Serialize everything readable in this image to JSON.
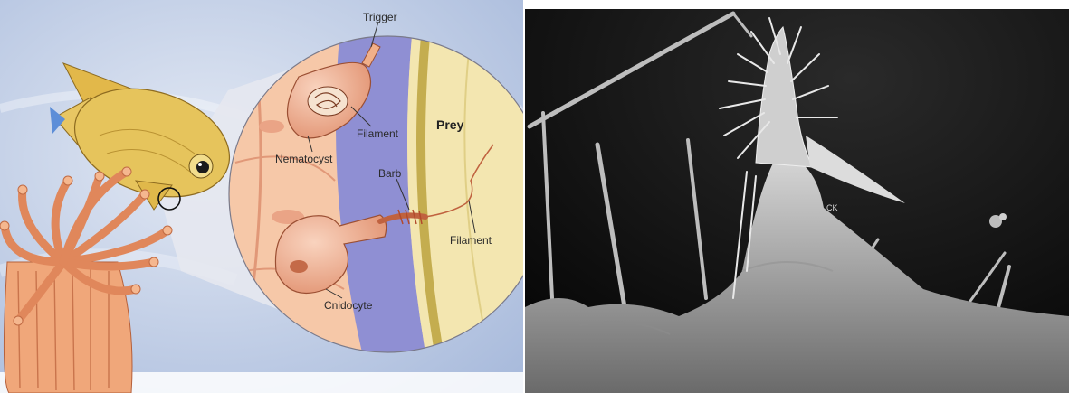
{
  "left_panel": {
    "labels": {
      "trigger": "Trigger",
      "filament_top": "Filament",
      "nematocyst": "Nematocyst",
      "prey": "Prey",
      "barb": "Barb",
      "filament_bottom": "Filament",
      "cnidocyte": "Cnidocyte"
    },
    "colors": {
      "water": "#b9c8e2",
      "anemone": "#f0a77a",
      "fish": "#e3c25a",
      "tissue": "#f6c8a8",
      "mesoglea": "#8f8fd3",
      "prey": "#f3e6b0"
    }
  },
  "right_panel": {
    "micrograph_text": "CK"
  }
}
